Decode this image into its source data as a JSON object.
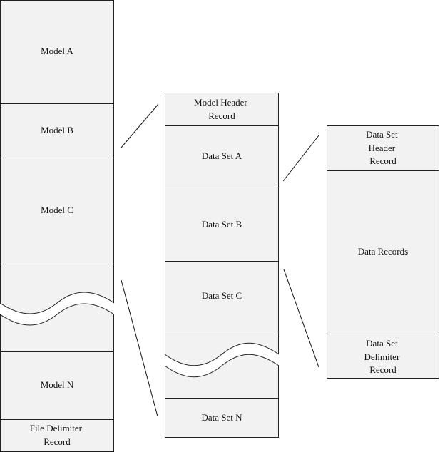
{
  "file_column": {
    "model_a": [
      "Model A"
    ],
    "model_b": [
      "Model B"
    ],
    "model_c": [
      "Model C"
    ],
    "model_n": [
      "Model N"
    ],
    "file_delimiter": [
      "File Delimiter",
      "Record"
    ]
  },
  "model_column": {
    "model_header": [
      "Model Header",
      "Record"
    ],
    "data_set_a": [
      "Data Set A"
    ],
    "data_set_b": [
      "Data Set B"
    ],
    "data_set_c": [
      "Data Set C"
    ],
    "data_set_n": [
      "Data Set N"
    ]
  },
  "dataset_column": {
    "data_set_header": [
      "Data Set",
      "Header",
      "Record"
    ],
    "data_records": [
      "Data Records"
    ],
    "data_set_delimiter": [
      "Data Set",
      "Delimiter",
      "Record"
    ]
  }
}
